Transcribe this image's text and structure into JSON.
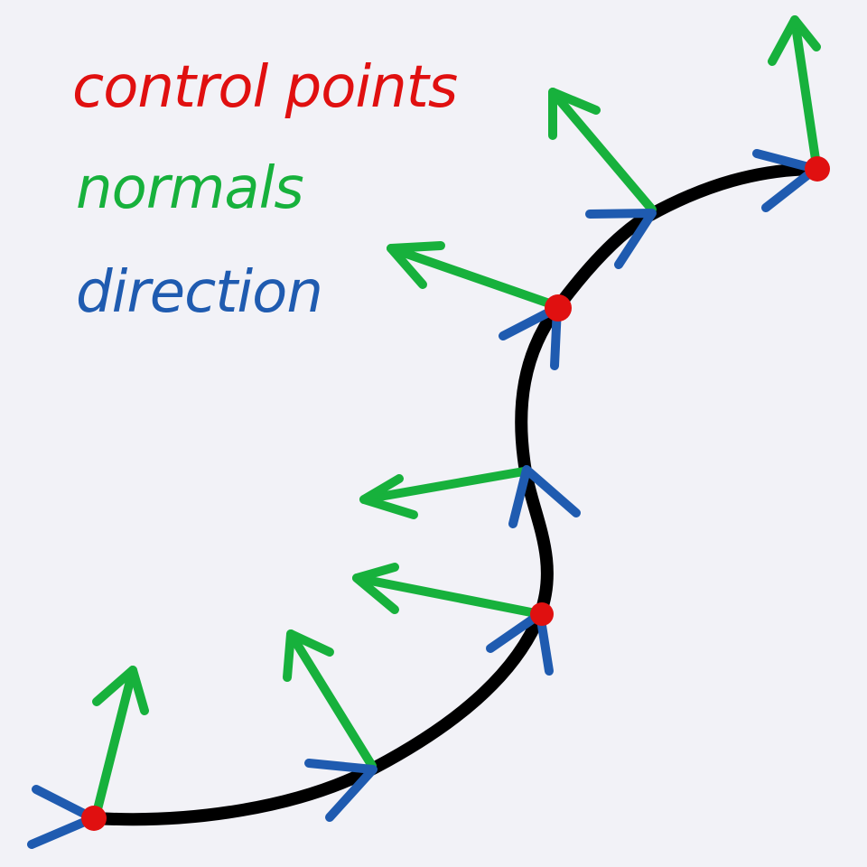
{
  "legend": [
    {
      "key": "control",
      "label": "control points",
      "color": "#e01010"
    },
    {
      "key": "normal",
      "label": "normals",
      "color": "#17b13c"
    },
    {
      "key": "direction",
      "label": "direction",
      "color": "#1f5bb0"
    }
  ],
  "colors": {
    "curve": "#000000",
    "background": "#f2f2f7"
  }
}
